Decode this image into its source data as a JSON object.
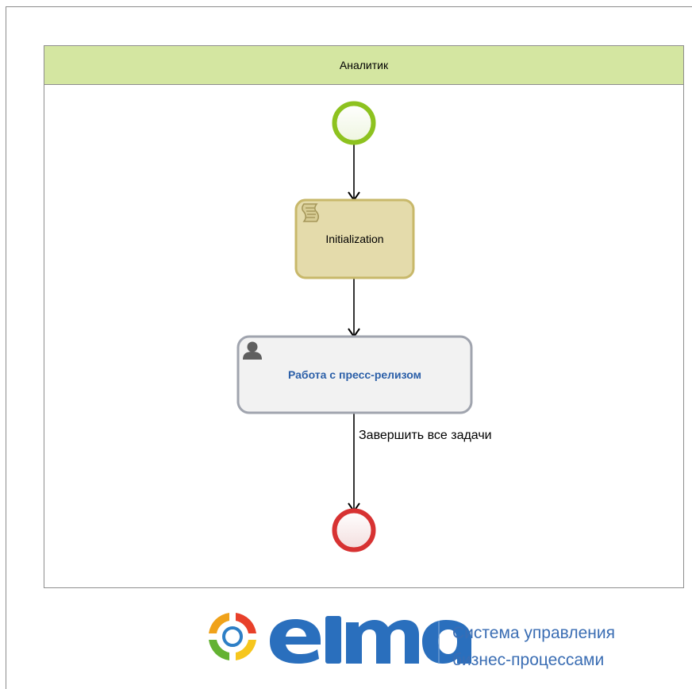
{
  "lane": {
    "title": "Аналитик",
    "header_color": "#d4e6a1"
  },
  "nodes": {
    "start_event": {
      "color": "#8dc21f"
    },
    "script_task": {
      "label": "Initialization",
      "fill": "#e4dbab",
      "stroke": "#c8b86a",
      "icon": "script-icon"
    },
    "user_task": {
      "label": "Работа с пресс-релизом",
      "fill": "#f2f2f2",
      "stroke": "#a0a4ae",
      "icon": "user-icon"
    },
    "end_event": {
      "color": "#d73232"
    }
  },
  "flows": {
    "to_end_label": "Завершить все задачи"
  },
  "branding": {
    "logo_name": "elma-logo",
    "tagline_line1": "Система управления",
    "tagline_line2": "бизнес-процессами"
  }
}
